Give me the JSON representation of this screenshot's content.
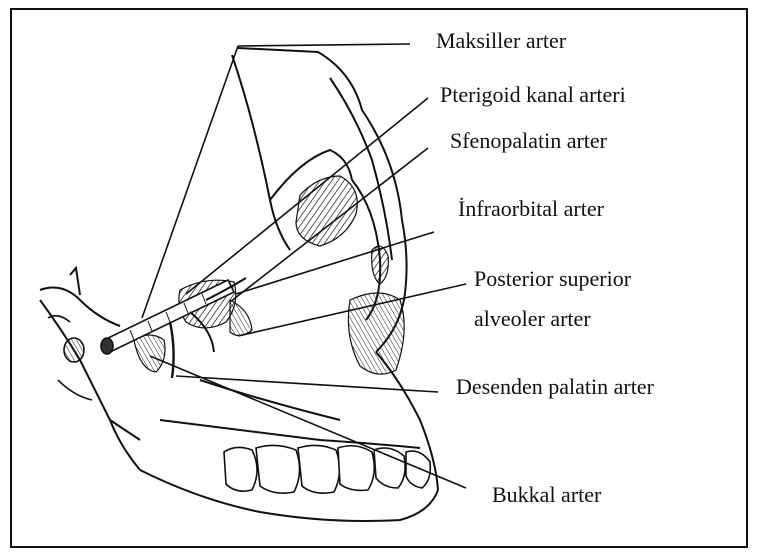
{
  "figure": {
    "labels": {
      "maksiller": "Maksiller arter",
      "pterigoid": "Pterigoid kanal arteri",
      "sfenopalatin": "Sfenopalatin arter",
      "infraorbital": "İnfraorbital arter",
      "posterior_line1": "Posterior superior",
      "posterior_line2": "alveoler arter",
      "desenden": "Desenden palatin arter",
      "bukkal": "Bukkal arter"
    },
    "colors": {
      "ink": "#111111",
      "background": "#ffffff"
    }
  }
}
